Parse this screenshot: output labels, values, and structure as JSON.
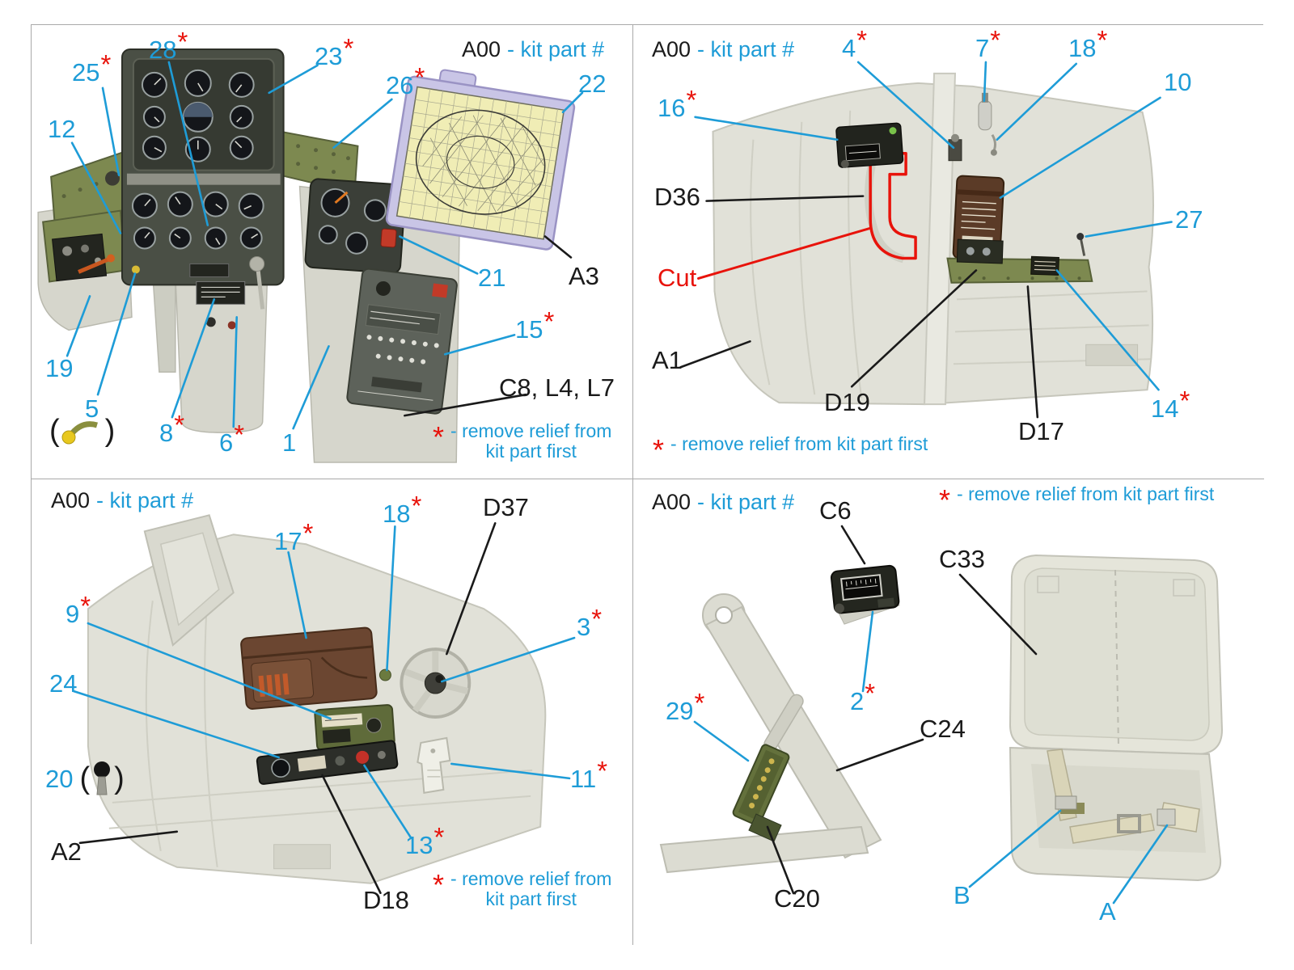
{
  "colors": {
    "callout_blue": "#1e9cd7",
    "star_red": "#e8130b",
    "label_black": "#1a1a1a",
    "panel_green": "#7d8950",
    "plastic_gray": "#dfdfd6"
  },
  "sheet": {
    "kit_label": "A00",
    "kit_label_suffix": "- kit part #",
    "note_star": "*",
    "note_line1": "- remove relief from",
    "note_line2": "kit part first",
    "note_inline": "- remove relief from  kit part first"
  },
  "quadrant_top_left": {
    "callouts": {
      "n25": {
        "num": "25",
        "star": "*"
      },
      "n28": {
        "num": "28",
        "star": "*"
      },
      "n23": {
        "num": "23",
        "star": "*"
      },
      "n26": {
        "num": "26",
        "star": "*"
      },
      "n12": {
        "num": "12",
        "star": ""
      },
      "n22": {
        "num": "22",
        "star": ""
      },
      "n21": {
        "num": "21",
        "star": ""
      },
      "n19": {
        "num": "19",
        "star": ""
      },
      "n5": {
        "num": "5",
        "star": ""
      },
      "n8": {
        "num": "8",
        "star": "*"
      },
      "n6": {
        "num": "6",
        "star": "*"
      },
      "n1": {
        "num": "1",
        "star": ""
      },
      "n15": {
        "num": "15",
        "star": "*"
      }
    },
    "part_labels": {
      "a3": "A3",
      "c8_l4_l7": "C8, L4, L7"
    },
    "lever_parens": {
      "open": "(",
      "close": ")"
    }
  },
  "quadrant_top_right": {
    "callouts": {
      "n4": {
        "num": "4",
        "star": "*"
      },
      "n7": {
        "num": "7",
        "star": "*"
      },
      "n18": {
        "num": "18",
        "star": "*"
      },
      "n10": {
        "num": "10",
        "star": ""
      },
      "n16": {
        "num": "16",
        "star": "*"
      },
      "n27": {
        "num": "27",
        "star": ""
      },
      "n14": {
        "num": "14",
        "star": "*"
      }
    },
    "part_labels": {
      "d36": "D36",
      "a1": "A1",
      "d19": "D19",
      "d17": "D17"
    },
    "cut_label": "Cut"
  },
  "quadrant_bottom_left": {
    "callouts": {
      "n17": {
        "num": "17",
        "star": "*"
      },
      "n18": {
        "num": "18",
        "star": "*"
      },
      "n9": {
        "num": "9",
        "star": "*"
      },
      "n24": {
        "num": "24",
        "star": ""
      },
      "n20": {
        "num": "20",
        "star": ""
      },
      "n3": {
        "num": "3",
        "star": "*"
      },
      "n11": {
        "num": "11",
        "star": "*"
      },
      "n13": {
        "num": "13",
        "star": "*"
      }
    },
    "part_labels": {
      "d37": "D37",
      "a2": "A2",
      "d18": "D18"
    },
    "knob_parens": {
      "open": "(",
      "close": ")"
    }
  },
  "quadrant_bottom_right": {
    "callouts": {
      "n2": {
        "num": "2",
        "star": "*"
      },
      "n29": {
        "num": "29",
        "star": "*"
      },
      "b": {
        "num": "B",
        "star": ""
      },
      "a": {
        "num": "A",
        "star": ""
      }
    },
    "part_labels": {
      "c6": "C6",
      "c33": "C33",
      "c24": "C24",
      "c20": "C20"
    }
  }
}
